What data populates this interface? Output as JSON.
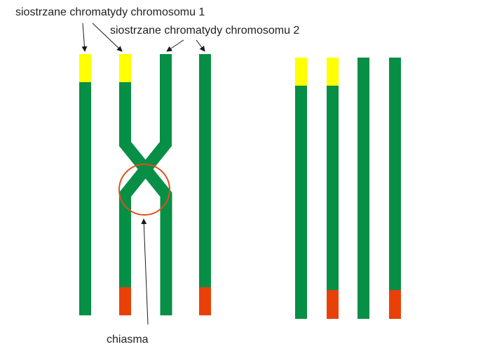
{
  "labels": {
    "chromosome1": "siostrzane chromatydy chromosomu 1",
    "chromosome2": "siostrzane chromatydy chromosomu 2",
    "chiasma": "chiasma"
  },
  "colors": {
    "chromatid": "#078f45",
    "tip_yellow": "#ffff00",
    "tip_red": "#e94008",
    "circle": "#e0501c",
    "arrow": "#1a1a1a",
    "text": "#222222"
  }
}
